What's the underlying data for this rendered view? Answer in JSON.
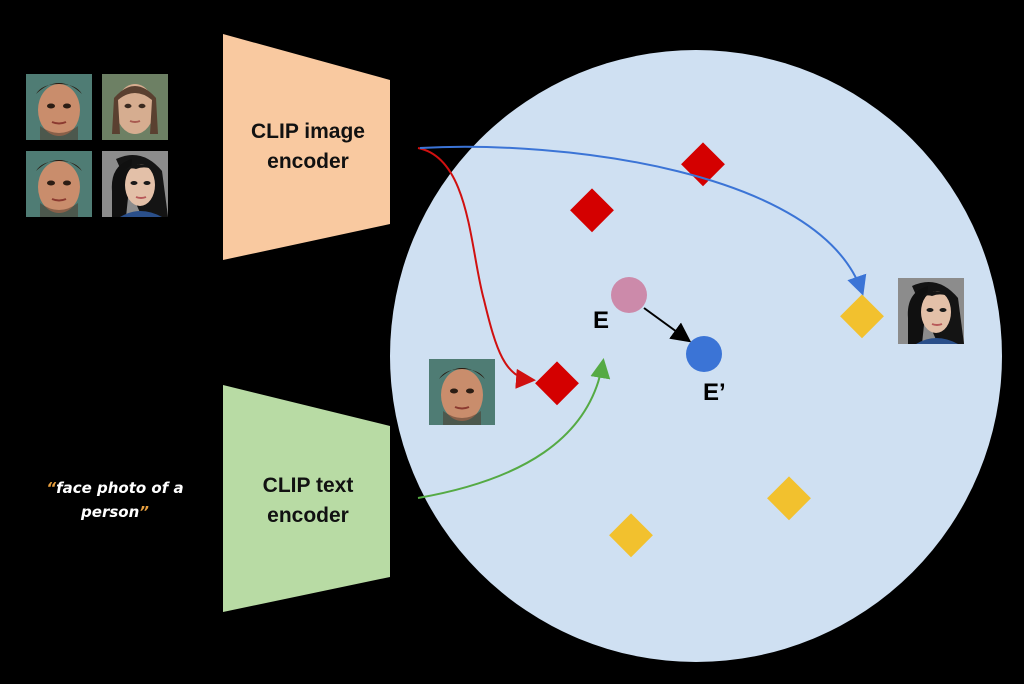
{
  "encoders": {
    "image": {
      "line1": "CLIP image",
      "line2": "encoder",
      "color": "#f9c9a0"
    },
    "text": {
      "line1": "CLIP text",
      "line2": "encoder",
      "color": "#b8dba4"
    }
  },
  "prompt": {
    "open_quote": "“",
    "text_line1": "face photo of a",
    "text_line2": "person",
    "close_quote": "”"
  },
  "embedding_space": {
    "color": "#cfe0f2"
  },
  "points": {
    "E": {
      "label": "E",
      "color": "#cc8aaa"
    },
    "E_prime": {
      "label": "E’",
      "color": "#3b74d6"
    }
  },
  "image_embeddings": {
    "red": "#d40000",
    "yellow": "#f2c12e"
  },
  "arrows": {
    "red": "#d01010",
    "blue": "#3b74d6",
    "green": "#55aa44",
    "black": "#000000"
  },
  "face_thumbnails": [
    "man-1",
    "woman-1",
    "man-2",
    "woman-2"
  ]
}
